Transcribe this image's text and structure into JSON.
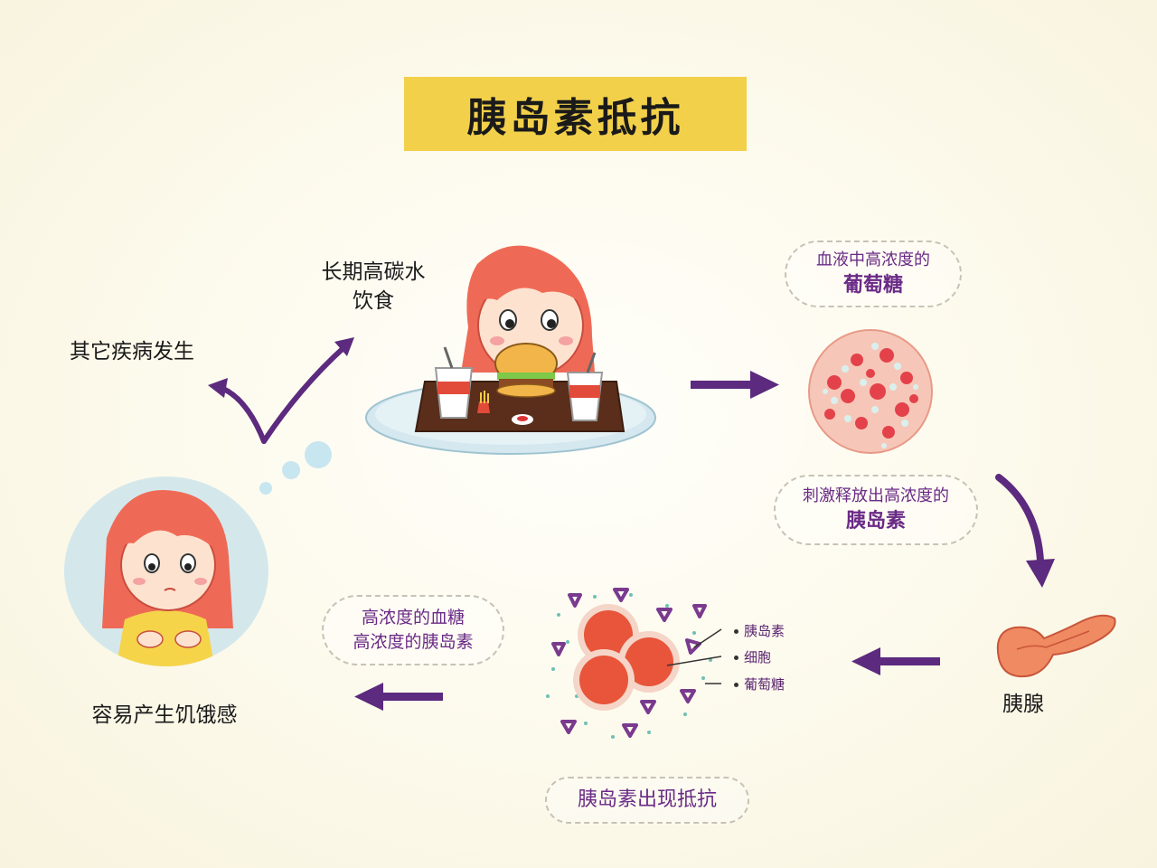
{
  "title": "胰岛素抵抗",
  "labels": {
    "diet_line1": "长期高碳水",
    "diet_line2": "饮食",
    "other_disease": "其它疾病发生",
    "hunger": "容易产生饥饿感",
    "pancreas": "胰腺"
  },
  "pills": {
    "glucose": {
      "line1": "血液中高浓度的",
      "line2": "葡萄糖"
    },
    "stimulate": {
      "line1": "刺激释放出高浓度的",
      "line2": "胰岛素"
    },
    "high": {
      "line1": "高浓度的血糖",
      "line2": "高浓度的胰岛素"
    },
    "resistance": {
      "line1": "胰岛素出现抵抗"
    }
  },
  "legend": [
    "胰岛素",
    "细胞",
    "葡萄糖"
  ],
  "colors": {
    "title_bg": "#f2d04a",
    "arrow": "#5c2a7e",
    "accent_text": "#6a2a86",
    "cell_red": "#e8553a",
    "hair": "#ef6a56"
  }
}
